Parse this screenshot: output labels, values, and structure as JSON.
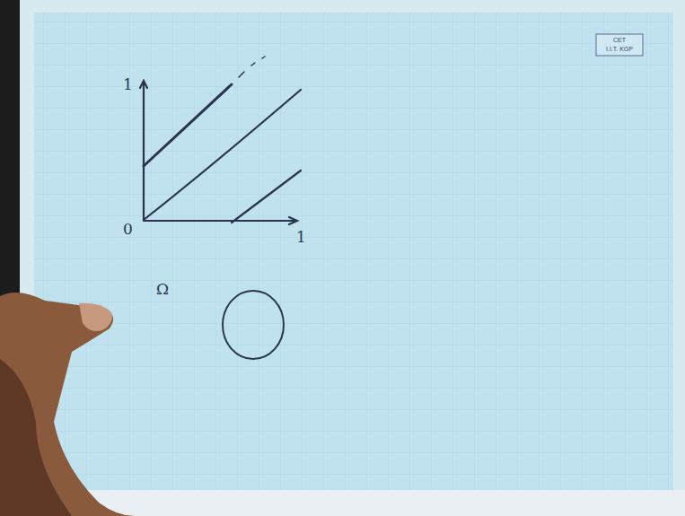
{
  "diagram": {
    "labels": [
      "1",
      "0",
      "1",
      "Ω",
      "CET",
      "I.I.T. KGP"
    ]
  }
}
